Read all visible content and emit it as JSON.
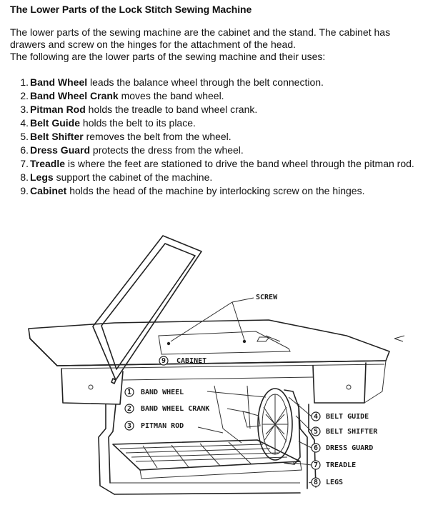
{
  "document": {
    "title": "The Lower Parts of the Lock Stitch Sewing Machine",
    "intro_line_1": "The lower parts of the sewing machine are the cabinet and the stand. The cabinet has",
    "intro_line_2": "drawers and screw on the hinges for the attachment of the head.",
    "intro_line_3": "The following are the lower parts of the sewing machine and their uses:"
  },
  "parts": [
    {
      "num": "1.",
      "term": "Band Wheel",
      "desc": " leads the balance wheel through the belt connection."
    },
    {
      "num": "2.",
      "term": "Band Wheel Crank",
      "desc": " moves the band wheel."
    },
    {
      "num": "3.",
      "term": "Pitman Rod",
      "desc": " holds the treadle to band wheel crank."
    },
    {
      "num": "4.",
      "term": "Belt Guide",
      "desc": " holds the belt to its place."
    },
    {
      "num": "5.",
      "term": "Belt Shifter",
      "desc": " removes the belt from the wheel."
    },
    {
      "num": "6.",
      "term": "Dress Guard",
      "desc": " protects the dress from the wheel."
    },
    {
      "num": "7.",
      "term": "Treadle",
      "desc": " is where the feet are stationed to drive the band wheel through the pitman rod."
    },
    {
      "num": "8.",
      "term": "Legs",
      "desc": " support the cabinet of the machine."
    },
    {
      "num": "9.",
      "term": "Cabinet",
      "desc": " holds the head of the machine by interlocking screw on the hinges."
    }
  ],
  "diagram": {
    "screw": "SCREW",
    "cabinet_num": "9",
    "cabinet": "CABINET",
    "band_wheel_num": "1",
    "band_wheel": "BAND WHEEL",
    "band_wheel_crank_num": "2",
    "band_wheel_crank": "BAND WHEEL CRANK",
    "pitman_rod_num": "3",
    "pitman_rod": "PITMAN ROD",
    "belt_guide_num": "4",
    "belt_guide": "BELT GUIDE",
    "belt_shifter_num": "5",
    "belt_shifter": "BELT SHIFTER",
    "dress_guard_num": "6",
    "dress_guard": "DRESS GUARD",
    "treadle_num": "7",
    "treadle": "TREADLE",
    "legs_num": "8",
    "legs": "LEGS"
  }
}
